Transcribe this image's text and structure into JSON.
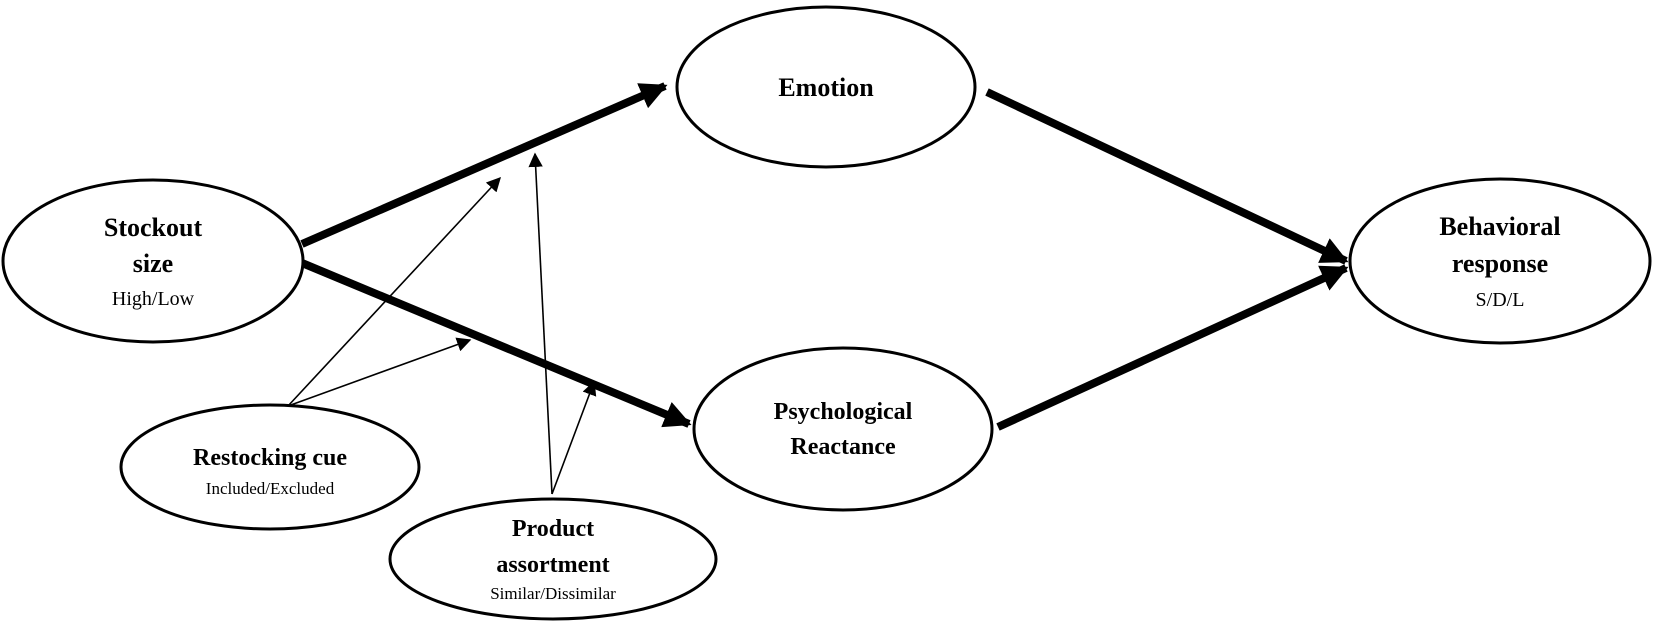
{
  "nodes": {
    "stockout_size": {
      "line1": "Stockout",
      "line2": "size",
      "sub": "High/Low"
    },
    "emotion": {
      "label": "Emotion"
    },
    "psych_reactance": {
      "line1": "Psychological",
      "line2": "Reactance"
    },
    "behavioral_response": {
      "line1": "Behavioral",
      "line2": "response",
      "sub": "S/D/L"
    },
    "restocking_cue": {
      "label": "Restocking cue",
      "sub": "Included/Excluded"
    },
    "product_assortment": {
      "line1": "Product",
      "line2": "assortment",
      "sub": "Similar/Dissimilar"
    }
  },
  "edges": [
    {
      "from": "stockout_size",
      "to": "emotion",
      "style": "thick"
    },
    {
      "from": "stockout_size",
      "to": "psych_reactance",
      "style": "thick"
    },
    {
      "from": "emotion",
      "to": "behavioral_response",
      "style": "thick"
    },
    {
      "from": "psych_reactance",
      "to": "behavioral_response",
      "style": "thick"
    },
    {
      "from": "restocking_cue",
      "to": "stockout_size->emotion",
      "style": "thin",
      "type": "moderation"
    },
    {
      "from": "restocking_cue",
      "to": "stockout_size->psych_reactance",
      "style": "thin",
      "type": "moderation"
    },
    {
      "from": "product_assortment",
      "to": "stockout_size->emotion",
      "style": "thin",
      "type": "moderation"
    },
    {
      "from": "product_assortment",
      "to": "stockout_size->psych_reactance",
      "style": "thin",
      "type": "moderation"
    }
  ],
  "colors": {
    "stroke": "#000000",
    "background": "#ffffff"
  }
}
